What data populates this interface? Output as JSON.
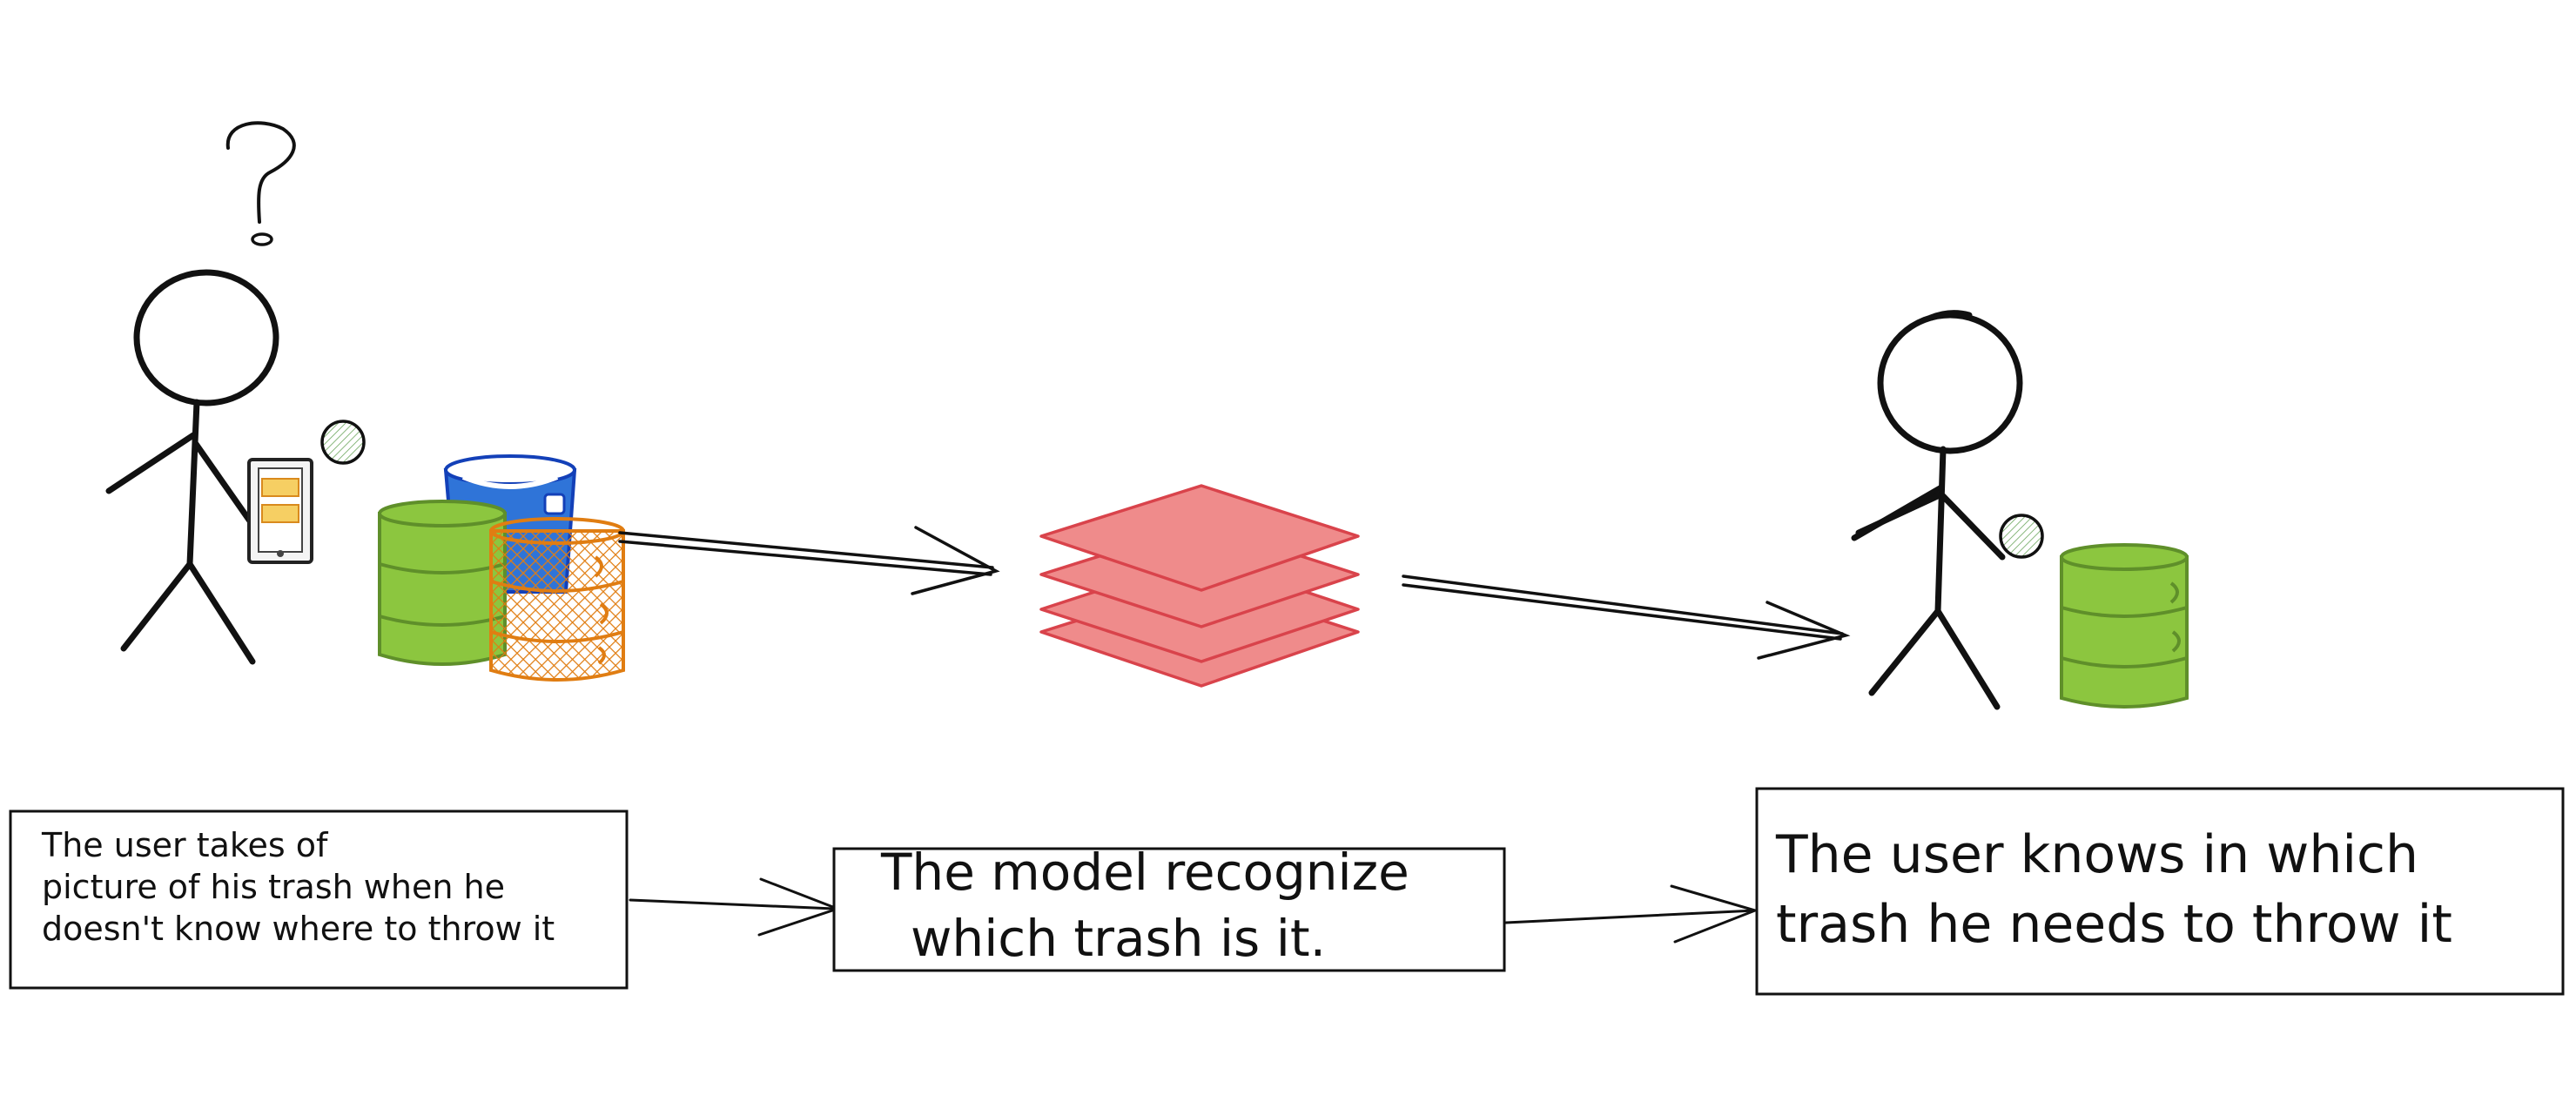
{
  "colors": {
    "ink": "#111111",
    "green_bin": "#8cc63f",
    "green_stroke": "#5f8f2a",
    "blue_bin": "#2f74d8",
    "blue_stroke": "#1340b8",
    "orange_bin": "#f0a640",
    "orange_stroke": "#e07d12",
    "model_fill": "#ef8b8b",
    "model_stroke": "#d9434b",
    "photo_yellow": "#f6cf63"
  },
  "icons": {
    "question": "question-mark-icon",
    "user_left": "stick-figure-user-icon",
    "phone": "smartphone-icon",
    "bins": "trash-bins-icon",
    "model": "model-layers-icon",
    "user_right": "stick-figure-user-icon",
    "bin_right": "green-trash-bin-icon"
  },
  "steps": [
    {
      "lines": [
        "The user takes of",
        "picture of his trash when he",
        "doesn't know where to throw it"
      ]
    },
    {
      "lines": [
        "The model recognize",
        "which trash is it."
      ]
    },
    {
      "lines": [
        "The user knows in which",
        "trash he needs to throw it"
      ]
    }
  ]
}
